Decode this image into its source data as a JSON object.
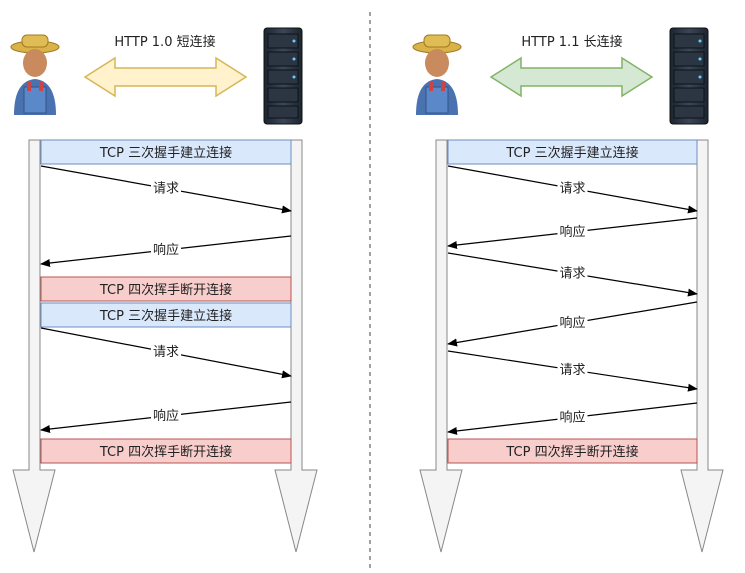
{
  "left": {
    "title": "HTTP 1.0 短连接",
    "bar_colors": {
      "handshake": "#dae8fc",
      "teardown": "#f8cecc",
      "handshake_stroke": "#6c8ebf",
      "teardown_stroke": "#b85450"
    },
    "arrow_fill": "#fff2cc",
    "arrow_stroke": "#d6b656",
    "bars": [
      {
        "label": "TCP 三次握手建立连接",
        "kind": "handshake"
      },
      {
        "label": "TCP 四次挥手断开连接",
        "kind": "teardown"
      },
      {
        "label": "TCP 三次握手建立连接",
        "kind": "handshake"
      },
      {
        "label": "TCP 四次挥手断开连接",
        "kind": "teardown"
      }
    ],
    "messages": [
      {
        "label": "请求",
        "dir": "right"
      },
      {
        "label": "响应",
        "dir": "left"
      },
      {
        "label": "请求",
        "dir": "right"
      },
      {
        "label": "响应",
        "dir": "left"
      }
    ]
  },
  "right": {
    "title": "HTTP 1.1 长连接",
    "arrow_fill": "#d5e8d4",
    "arrow_stroke": "#82b366",
    "bars": [
      {
        "label": "TCP 三次握手建立连接",
        "kind": "handshake"
      },
      {
        "label": "TCP 四次挥手断开连接",
        "kind": "teardown"
      }
    ],
    "messages": [
      {
        "label": "请求",
        "dir": "right"
      },
      {
        "label": "响应",
        "dir": "left"
      },
      {
        "label": "请求",
        "dir": "right"
      },
      {
        "label": "响应",
        "dir": "left"
      },
      {
        "label": "请求",
        "dir": "right"
      },
      {
        "label": "响应",
        "dir": "left"
      }
    ]
  },
  "icons": {
    "client": "farmer-person-icon",
    "server": "server-rack-icon"
  }
}
